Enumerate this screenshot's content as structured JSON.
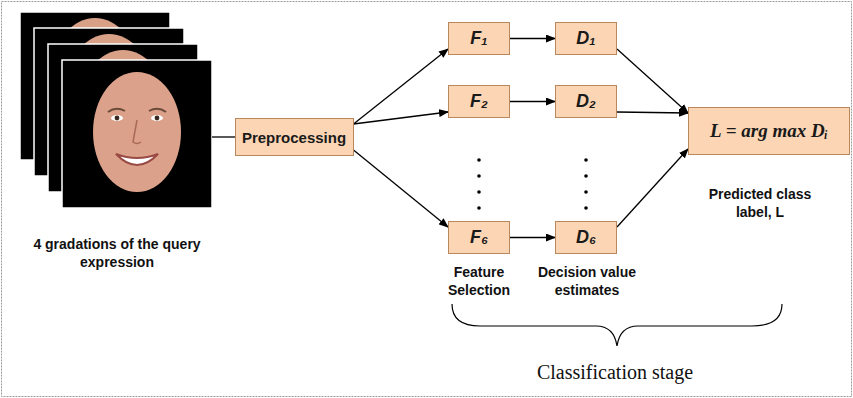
{
  "diagram": {
    "nodes": [
      {
        "text": [
          "Preprocessing"
        ]
      },
      {
        "text": [
          "F₁"
        ]
      },
      {
        "text": [
          "D₁"
        ]
      },
      {
        "text": [
          "F₂"
        ]
      },
      {
        "text": [
          "D₂"
        ]
      },
      {
        "text": [
          "F₆"
        ]
      },
      {
        "text": [
          "D₆"
        ]
      },
      {
        "text": [
          "L = arg max Dᵢ"
        ]
      }
    ],
    "edges": [
      {
        "from": 0,
        "to": 1,
        "arrow": "to"
      },
      {
        "from": 0,
        "to": 3,
        "arrow": "to"
      },
      {
        "from": 0,
        "to": 5,
        "arrow": "to"
      },
      {
        "from": 1,
        "to": 2,
        "arrow": "to"
      },
      {
        "from": 3,
        "to": 4,
        "arrow": "to"
      },
      {
        "from": 5,
        "to": 6,
        "arrow": "to"
      },
      {
        "from": 2,
        "to": 7,
        "arrow": "to"
      },
      {
        "from": 4,
        "to": 7,
        "arrow": "to"
      },
      {
        "from": 6,
        "to": 7,
        "arrow": "to"
      }
    ],
    "labels": [
      "4 gradations of the query expression",
      "Feature Selection",
      "Decision value estimates",
      "Predicted class label, L",
      "Classification stage"
    ]
  }
}
